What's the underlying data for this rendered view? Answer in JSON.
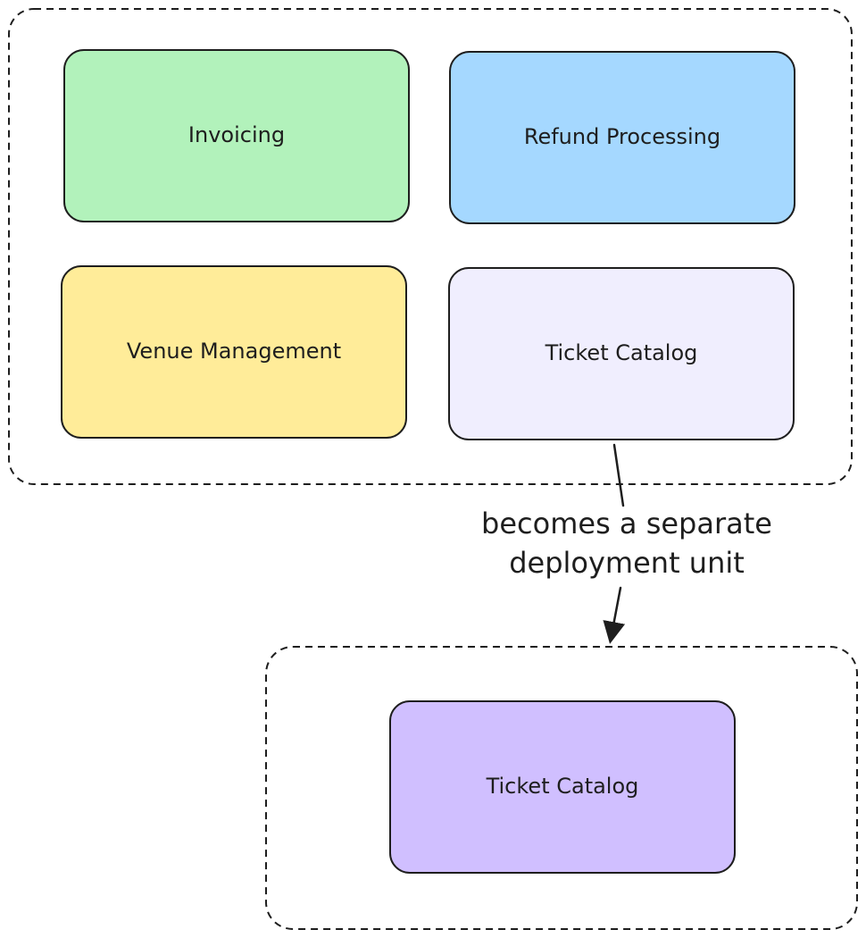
{
  "monolith": {
    "modules": [
      {
        "label": "Invoicing",
        "color": "#b2f2bb"
      },
      {
        "label": "Refund Processing",
        "color": "#a5d8ff"
      },
      {
        "label": "Venue Management",
        "color": "#ffec99"
      },
      {
        "label": "Ticket Catalog",
        "color": "#f0eefe"
      }
    ]
  },
  "arrow": {
    "line1": "becomes a separate",
    "line2": "deployment unit"
  },
  "service": {
    "label": "Ticket Catalog",
    "color": "#d0bfff"
  },
  "stroke_color": "#1e1e1e"
}
